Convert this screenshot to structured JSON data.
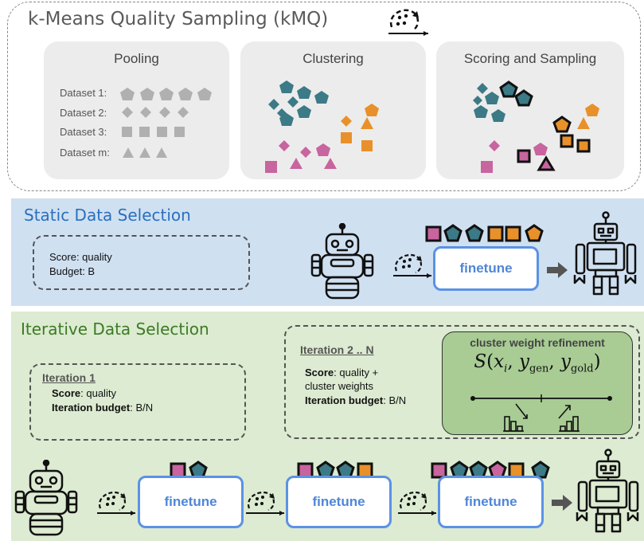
{
  "kmq": {
    "title": "k-Means Quality Sampling (kMQ)",
    "pooling": {
      "title": "Pooling",
      "datasets": [
        "Dataset 1:",
        "Dataset 2:",
        "Dataset 3:",
        "Dataset m:"
      ]
    },
    "clustering": {
      "title": "Clustering"
    },
    "scoring": {
      "title": "Scoring and Sampling"
    }
  },
  "static": {
    "title": "Static Data Selection",
    "score_text": "Score: quality",
    "budget_text": "Budget: B",
    "finetune": "finetune"
  },
  "iterative": {
    "title": "Iterative Data Selection",
    "iter1": {
      "title": "Iteration 1",
      "score_label": "Score",
      "score_value": ": quality",
      "budget_label": "Iteration budget",
      "budget_value": ": B/N"
    },
    "iter2": {
      "title": "Iteration 2 .. N",
      "score_label": "Score",
      "score_value": ": quality +",
      "score_value2": "cluster weights",
      "budget_label": "Iteration budget",
      "budget_value": ": B/N"
    },
    "refinement": {
      "title": "cluster weight refinement"
    },
    "finetune": "finetune"
  },
  "colors": {
    "teal": "#3b7a86",
    "orange": "#e8912a",
    "pink": "#c8649e",
    "gray_shape": "#b0b0b0",
    "static_bg": "#cfe0f1",
    "iterative_bg": "#dcebd1",
    "refine_bg": "#a8cc94",
    "finetune_blue": "#5b92e5"
  }
}
